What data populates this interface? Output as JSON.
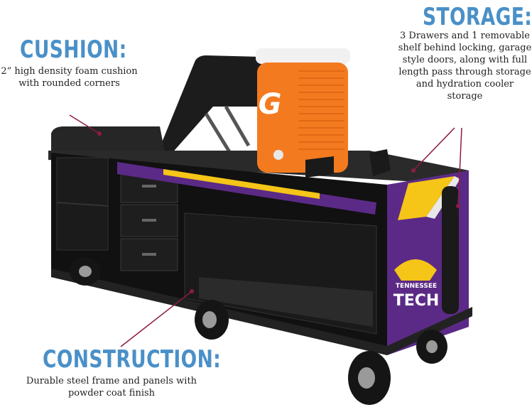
{
  "callouts": {
    "cushion": {
      "title": "CUSHION:",
      "description": "2” high density foam cushion with rounded corners"
    },
    "storage": {
      "title": "STORAGE:",
      "description": "3 Drawers and 1 removable shelf behind locking, garage style doors, along with full length pass through storage and hydration cooler storage"
    },
    "construction": {
      "title": "CONSTRUCTION:",
      "description": "Durable steel frame and panels with powder coat finish"
    }
  },
  "product": {
    "cooler_logo": "G",
    "panel_text_line1": "TENNESSEE",
    "panel_text_line2": "TECH"
  },
  "colors": {
    "heading": "#4a90c8",
    "callout_line": "#8c1d3f",
    "frame": "#1a1a1a",
    "cooler": "#f47a20",
    "purple": "#5b2a86",
    "gold": "#f5c518"
  }
}
